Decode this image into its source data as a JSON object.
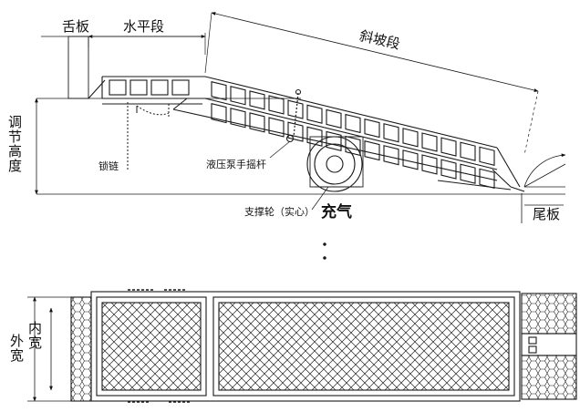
{
  "labels": {
    "tongue_plate": "舌板",
    "horizontal_section": "水平段",
    "slope_section": "斜坡段",
    "adjust_height": "调节高度",
    "lock_chain": "锁链",
    "hydraulic_pump_handle": "液压泵手摇杆",
    "support_wheel": "支撑轮（实心）",
    "inflated": "充气",
    "tail_plate": "尾板",
    "outer_width": "外宽",
    "inner_width": "内宽"
  },
  "colors": {
    "line": "#1a1a1a",
    "background": "#ffffff"
  }
}
